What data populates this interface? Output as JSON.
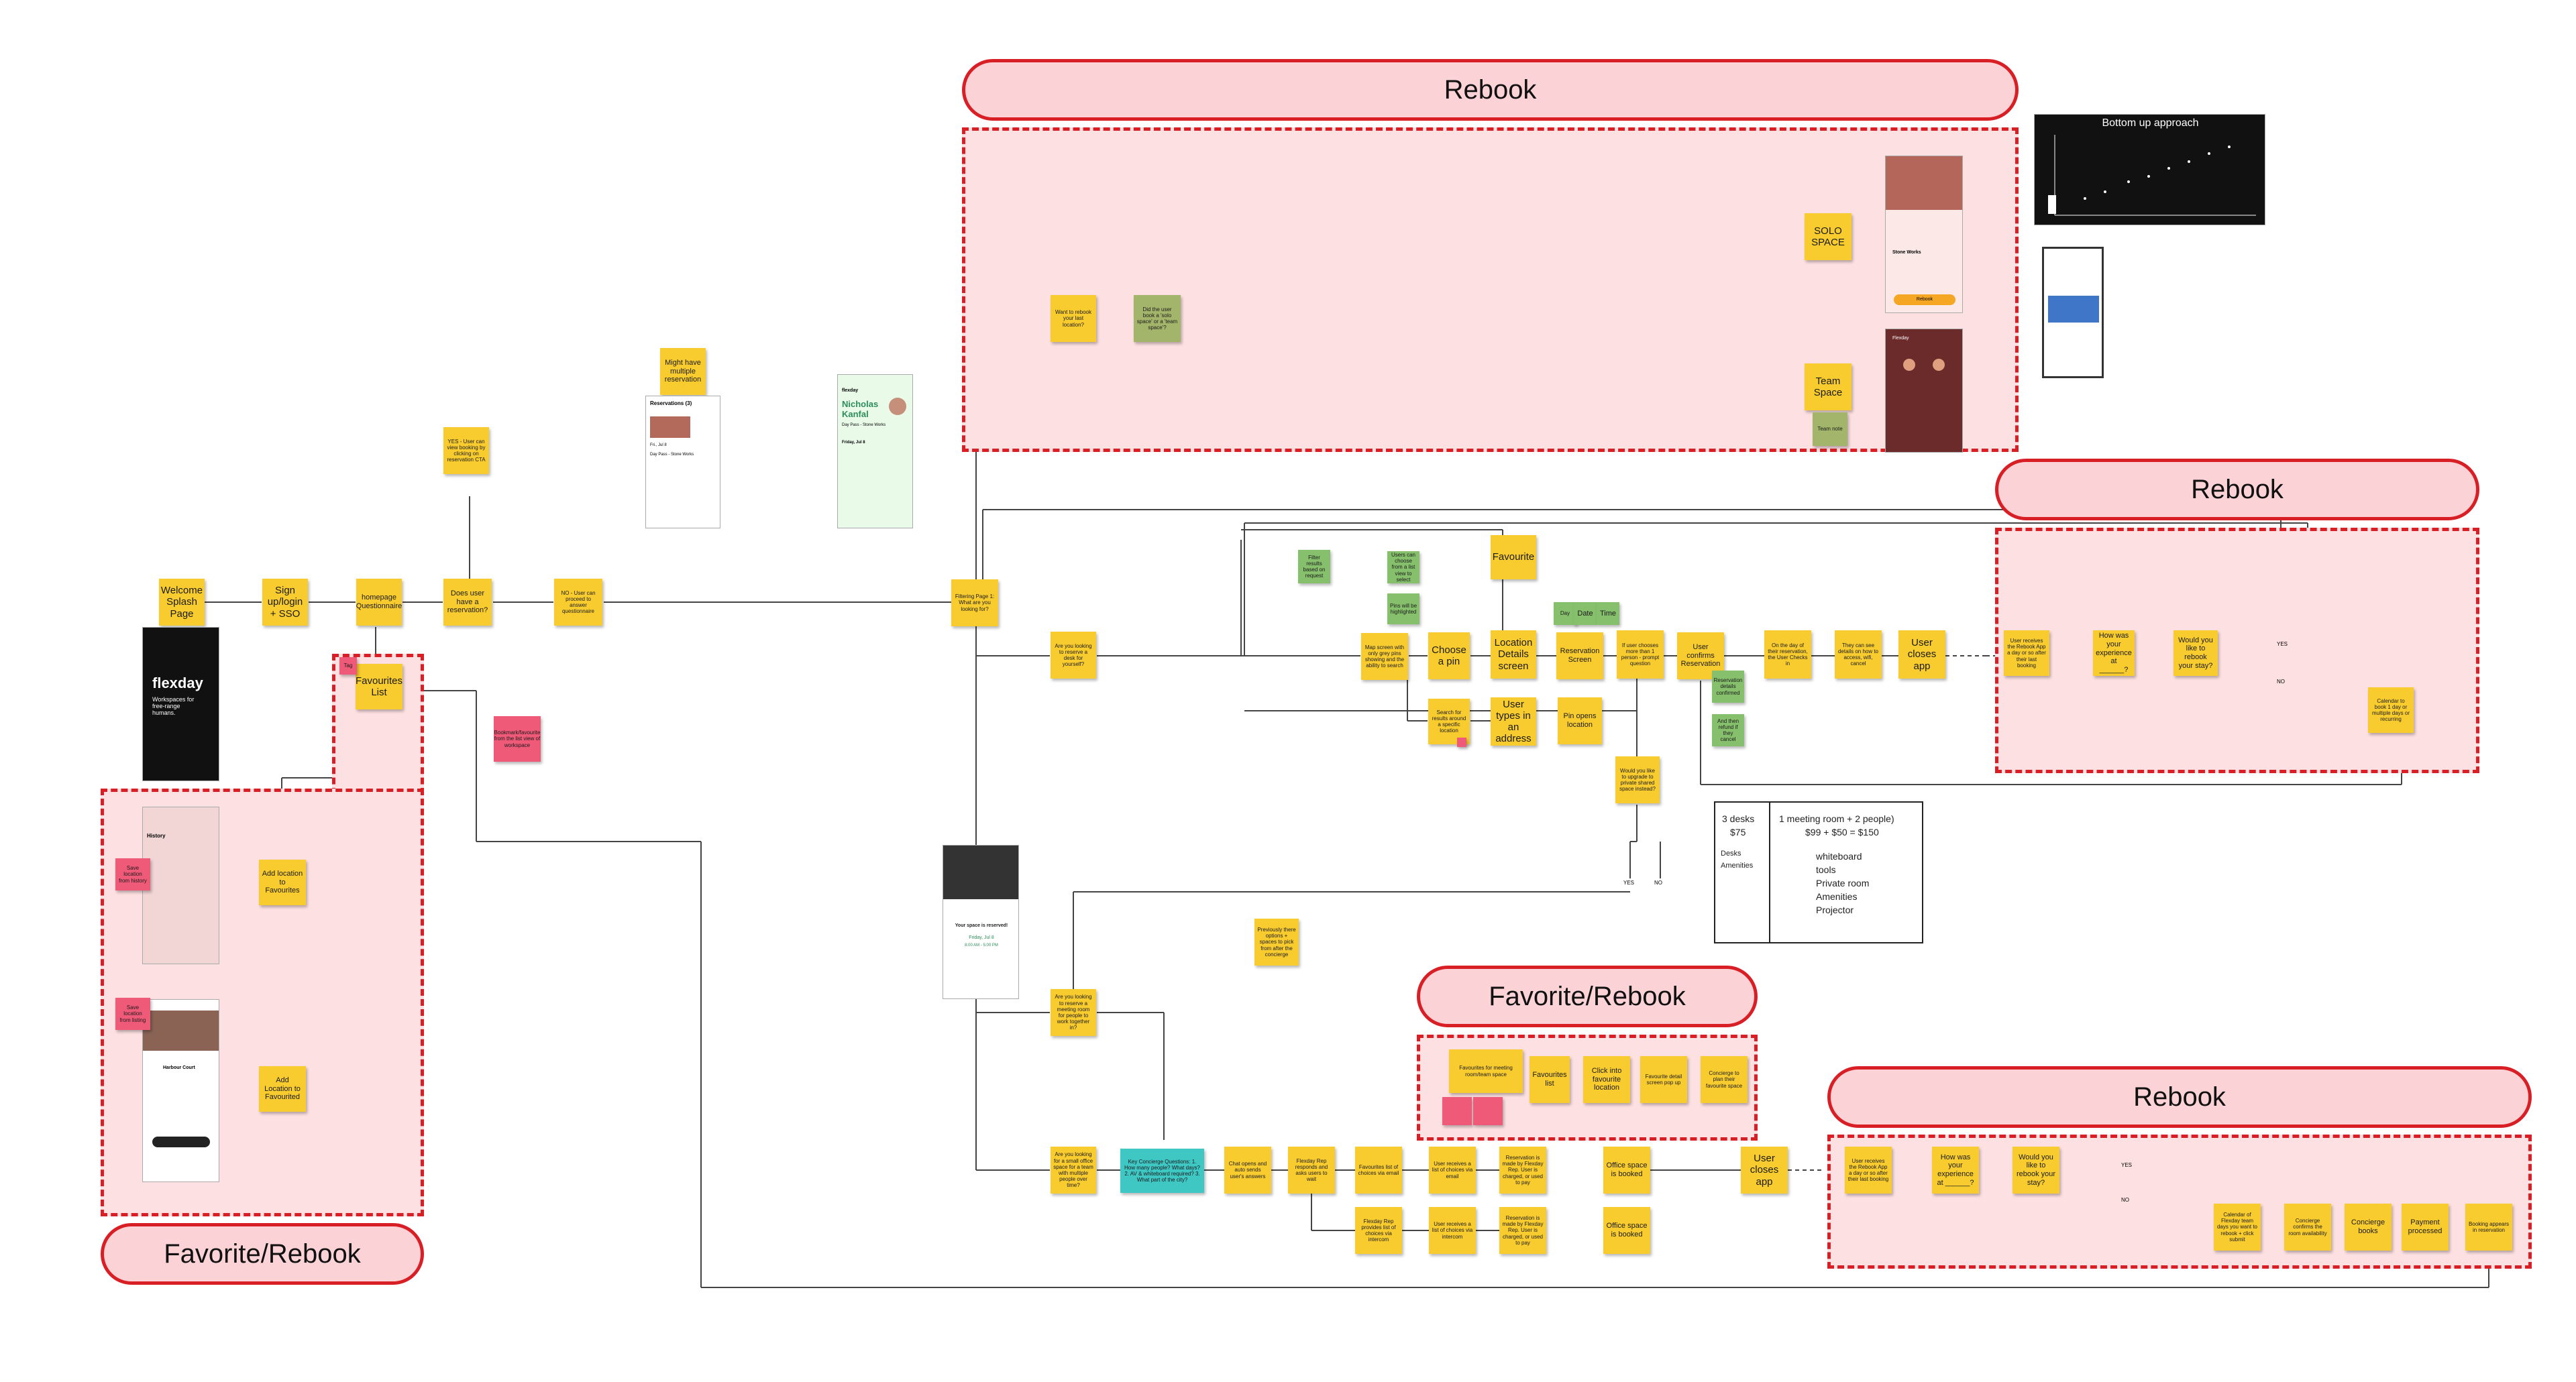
{
  "zones": {
    "rebook_top": "Rebook",
    "rebook_right": "Rebook",
    "favorite_mid": "Favorite/Rebook",
    "rebook_bottom": "Rebook",
    "favorite_left": "Favorite/Rebook"
  },
  "main_flow": {
    "welcome": "Welcome Splash Page",
    "signup": "Sign up/login + SSO",
    "homepage": "homepage Questionnaire",
    "does_user": "Does user have a reservation?",
    "no_proceed": "NO - User can proceed to answer questionnaire",
    "yes_view": "YES - User can view booking by clicking on reservation CTA",
    "might_have": "Might have multiple reservation",
    "filtering": "Filtering Page 1: What are you looking for?",
    "reserve_desk": "Are you looking to reserve a desk for yourself?",
    "meeting_room": "Are you looking to reserve a meeting room for people to work together in?",
    "office_space": "Are you looking for a small office space for a team with multiple people over time?"
  },
  "map_flow": {
    "map_screen": "Map screen with only grey pins showing and the ability to search",
    "choose_pin": "Choose a pin",
    "search_results": "Search for results around a specific location",
    "user_types": "User types in an address",
    "favourite": "Favourite",
    "location_details": "Location Details screen",
    "reservation_screen": "Reservation Screen",
    "date": "Date",
    "time": "Time",
    "day_chip": "Day",
    "enter_count": "If user chooses more than 1 person - prompt question",
    "user_confirms": "User confirms Reservation",
    "on_day": "On the day of their reservation, the User Checks in",
    "they_can_see": "They can see details on how to access, wifi, cancel",
    "user_closes": "User closes app",
    "would_upgrade": "Would you like to upgrade to private shared space instead?",
    "yes_label": "YES",
    "no_label": "NO",
    "green_a": "Filter results based on request",
    "green_b": "Users can choose from a list view to select",
    "green_c": "Pins will be highlighted",
    "green_d": "Pin opens location",
    "green_e": "Reservation details confirmed",
    "green_f": "And then refund if they cancel",
    "pink_note": "Bookmark/favourite from the list view of workspace"
  },
  "rebook_top": {
    "want_rebook": "Want to rebook your last location?",
    "did_user": "Did the user book a 'solo space' or a 'team space'?",
    "solo_space": "SOLO SPACE",
    "team_space": "Team Space",
    "olive_note": "Team note"
  },
  "rebook_right": {
    "user_receives": "User receives the Rebook App a day or so after their last booking",
    "how_was": "How was your experience at ______?",
    "would_rebook": "Would you like to rebook your stay?",
    "calendar": "Calendar to book 1 day or multiple days or recurring",
    "yes_label": "YES",
    "no_label": "NO"
  },
  "favorite_left": {
    "favourites_list": "Favourites List",
    "add_location_1": "Add location to Favourites",
    "add_location_2": "Add Location to Favourited",
    "pink_1": "Save location from history",
    "pink_2": "Save location from listing",
    "tag": "Tag"
  },
  "favorite_mid": {
    "fav_meeting": "Favourites for meeting room/team space",
    "fav_list": "Favourites list",
    "click_into": "Click into favourite location",
    "fav_detail": "Favourite detail screen pop up",
    "concierge_note": "Concierge to plan their favourite space"
  },
  "bottom_flow": {
    "key_concierge": "Key Concierge Questions: 1. How many people? What days? 2. AV & whiteboard required? 3. What part of the city?",
    "chat_opens": "Chat opens and auto sends user's answers",
    "flexday_rep": "Flexday Rep responds and asks users to wait",
    "favourites_list": "Favourites list of choices via email",
    "user_receives_list": "User receives a list of choices via email",
    "reservation_made": "Reservation is made by Flexday Rep. User is charged, or used to pay",
    "office_booked_1": "Office space is booked",
    "office_booked_2": "Office space is booked",
    "user_closes": "User closes app",
    "flexday_intercom": "Flexday Rep provides list of choices via intercom",
    "user_receives_intercom": "User receives a list of choices via intercom",
    "reservation_made_2": "Reservation is made by Flexday Rep. User is charged, or used to pay",
    "previous_note": "Previously there options + spaces to pick from after the concierge",
    "rebook_receives": "User receives the Rebook App a day or so after their last booking",
    "how_was": "How was your experience at ______?",
    "would_rebook": "Would you like to rebook your stay?",
    "calendar_team": "Calendar of Flexday team days you want to rebook + click submit",
    "concierge_confirm": "Concierge confirms the room availability",
    "concierge_books": "Concierge books",
    "payment": "Payment processed",
    "booking_appears": "Booking appears in reservation",
    "yes_label": "YES",
    "no_label": "NO"
  },
  "pricing": {
    "left_line1": "3 desks",
    "left_line2": "$75",
    "left_line3": "Desks",
    "left_line4": "Amenities",
    "right_line1": "1 meeting room + 2 people)",
    "right_line2": "$99 + $50 = $150",
    "items": [
      "whiteboard",
      "tools",
      "Private room",
      "Amenities",
      "Projector"
    ]
  },
  "phones": {
    "splash_brand": "flexday",
    "splash_tagline": "Workspaces for free-range humans.",
    "reservations_title": "Reservations (3)",
    "reservations_item": "Fri., Jul 8",
    "reservations_sub": "Day Pass - Stone Works",
    "home_brand": "flexday",
    "home_greeting_1": "Nicholas",
    "home_greeting_2": "Kanfal",
    "home_sub": "Day Pass - Stone Works",
    "home_date": "Friday, Jul 8",
    "history_title": "History",
    "harbour_title": "Harbour Court",
    "confirm_title": "Your space is reserved!",
    "confirm_date": "Friday, Jul 8",
    "confirm_time": "8:00 AM - 5:00 PM",
    "solo_title": "Stone Works",
    "team_title": "Flexday",
    "bottom_up": "Bottom up approach",
    "rebook_button": "Rebook"
  },
  "colors": {
    "sticky_yellow": "#f8cc2f",
    "sticky_green": "#86c06c",
    "sticky_olive": "#a3b56a",
    "sticky_teal": "#3fc7c4",
    "sticky_pink": "#ef5a79",
    "zone_fill": "#fde0e2",
    "zone_border": "#d81f26"
  }
}
